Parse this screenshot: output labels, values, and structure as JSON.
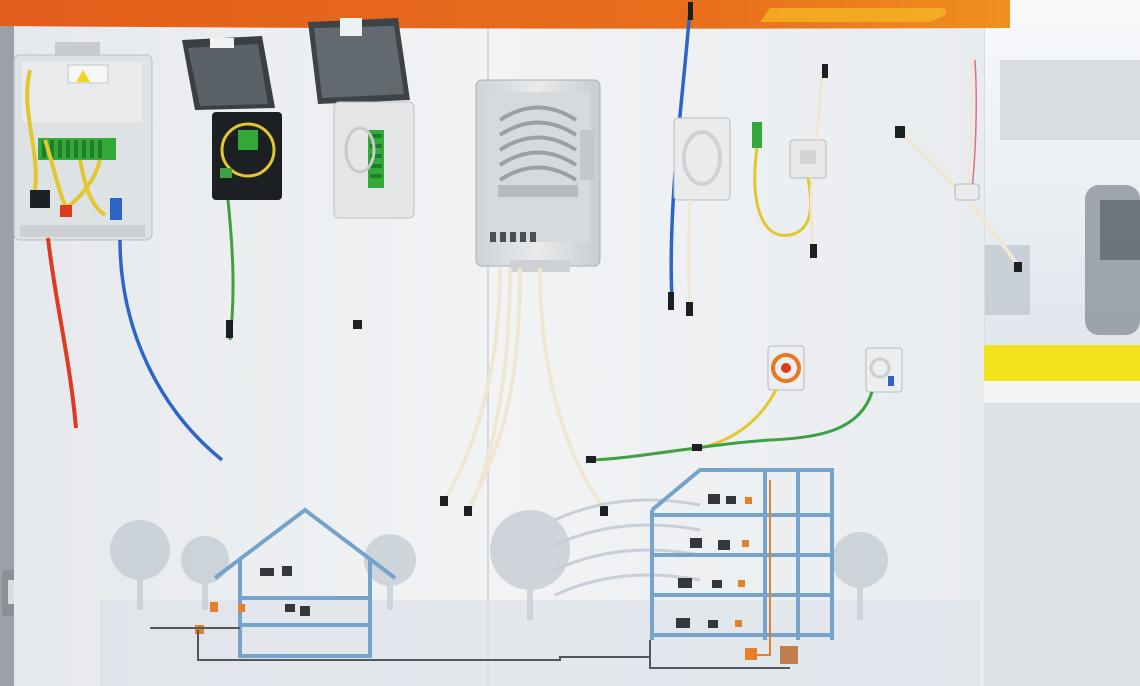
{
  "scene": {
    "subject": "fibre-optic-demo-wall",
    "colors": {
      "wall": "#eef0f3",
      "banner": "#e2661c",
      "banner_accent": "#f3a81e",
      "window_frame": "#f1e21a",
      "enclosure": "#dfe2e4",
      "enclosure_dark": "#1d2023",
      "fibre_red": "#dd3a1e",
      "fibre_blue": "#2c64c9",
      "fibre_green": "#3fa041",
      "fibre_yellow": "#e2c72e",
      "fibre_white": "#efe7d3",
      "adapter_green": "#33a93a",
      "building_blue": "#6f9fc9",
      "route_orange": "#e47a22"
    },
    "components": [
      "distribution-box-open",
      "splice-box-black",
      "splice-box-white",
      "large-splice-closure",
      "wall-splice-tray",
      "fibre-splitter",
      "inline-drop-cable",
      "wall-outlet-left",
      "wall-outlet-right",
      "house-illustration",
      "apartment-block-illustration"
    ]
  }
}
